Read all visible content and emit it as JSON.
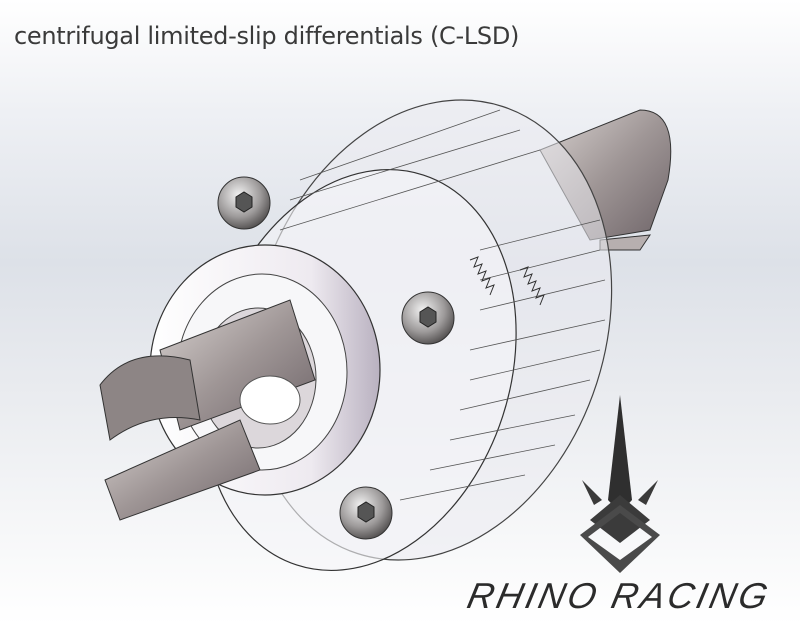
{
  "title": "centrifugal limited-slip differentials (C-LSD)",
  "render": {
    "subject": "differential-assembly-cad-render",
    "parts": [
      "gear-ring",
      "output-cup-left",
      "output-cup-right",
      "bearing",
      "cap-screws",
      "springs",
      "centrifugal-weights"
    ],
    "colors": {
      "background": "#e2e5eb",
      "metal": "#a9a2a2",
      "wire": "#4a4a4a",
      "bearing": "#f5f5f7"
    }
  },
  "logo": {
    "brand": "RHINO RACING",
    "mark": "rhino-horn-chevron",
    "color": "#2b2b2b"
  }
}
